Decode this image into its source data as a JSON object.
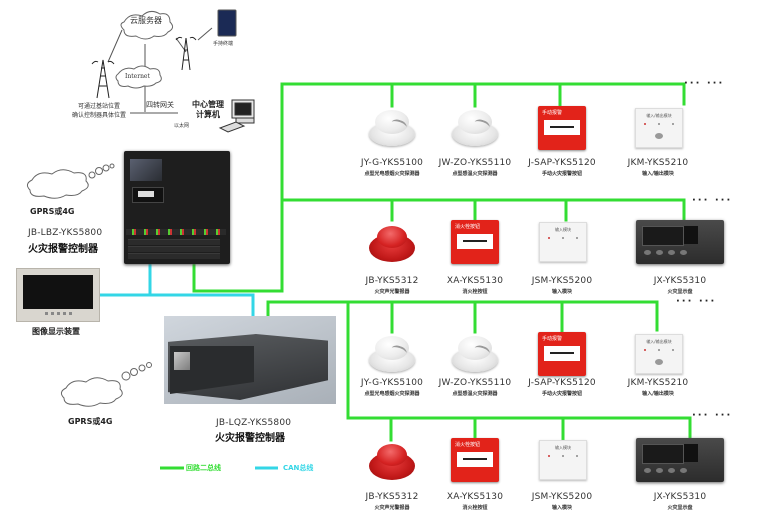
{
  "colors": {
    "loop_bus": "#33dd33",
    "can_bus": "#33d6e6",
    "text": "#222222"
  },
  "network": {
    "cloud_server": "云服务器",
    "mobile_device": "手持终端",
    "internet": "Internet",
    "gateway": "四转网关",
    "ethernet": "以太网",
    "center_pc_line1": "中心管理",
    "center_pc_line2": "计算机",
    "locate_line1": "可通过基站位置",
    "locate_line2": "确认控制器具体位置"
  },
  "controller_1": {
    "gprs": "GPRS或4G",
    "model": "JB-LBZ-YKS5800",
    "name": "火灾报警控制器"
  },
  "image_display": {
    "name": "图像显示装置"
  },
  "controller_2": {
    "gprs": "GPRS或4G",
    "model": "JB-LQZ-YKS5800",
    "name": "火灾报警控制器"
  },
  "legend": {
    "loop_bus": "回路二总线",
    "can_bus": "CAN总线"
  },
  "ellipsis": "··· ···",
  "groups": [
    {
      "row1": [
        {
          "model": "JY-G-YKS5100",
          "desc": "点型光电感烟火灾探测器",
          "type": "smoke"
        },
        {
          "model": "JW-ZO-YKS5110",
          "desc": "点型感温火灾探测器",
          "type": "smoke"
        },
        {
          "model": "J-SAP-YKS5120",
          "desc": "手动火灾报警按钮",
          "type": "callpoint"
        },
        {
          "model": "JKM-YKS5210",
          "desc": "输入/输出模块",
          "type": "module"
        }
      ],
      "row2": [
        {
          "model": "JB-YKS5312",
          "desc": "火灾声光警报器",
          "type": "siren"
        },
        {
          "model": "XA-YKS5130",
          "desc": "消火栓按钮",
          "type": "hydrant"
        },
        {
          "model": "JSM-YKS5200",
          "desc": "输入模块",
          "type": "module"
        },
        {
          "model": "JX-YKS5310",
          "desc": "火灾显示盘",
          "type": "display"
        }
      ]
    },
    {
      "row1": [
        {
          "model": "JY-G-YKS5100",
          "desc": "点型光电感烟火灾探测器",
          "type": "smoke"
        },
        {
          "model": "JW-ZO-YKS5110",
          "desc": "点型感温火灾探测器",
          "type": "smoke"
        },
        {
          "model": "J-SAP-YKS5120",
          "desc": "手动火灾报警按钮",
          "type": "callpoint"
        },
        {
          "model": "JKM-YKS5210",
          "desc": "输入/输出模块",
          "type": "module"
        }
      ],
      "row2": [
        {
          "model": "JB-YKS5312",
          "desc": "火灾声光警报器",
          "type": "siren"
        },
        {
          "model": "XA-YKS5130",
          "desc": "消火栓按钮",
          "type": "hydrant"
        },
        {
          "model": "JSM-YKS5200",
          "desc": "输入模块",
          "type": "module"
        },
        {
          "model": "JX-YKS5310",
          "desc": "火灾显示盘",
          "type": "display"
        }
      ]
    }
  ],
  "device_text": {
    "callpoint_header": "手动报警",
    "hydrant_header": "消火栓按钮",
    "module_io_header": "输入/输出模块",
    "module_in_header": "输入模块"
  }
}
